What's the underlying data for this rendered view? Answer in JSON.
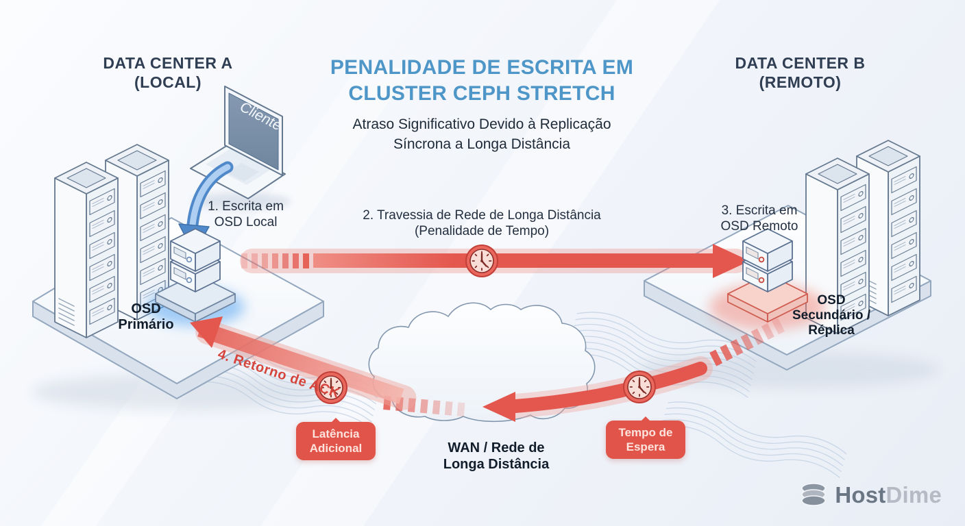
{
  "colors": {
    "accent_blue": "#4E96C8",
    "navy": "#2F3E53",
    "text_dark": "#232F3F",
    "arrow_red": "#E4574E",
    "badge_red": "#E0544A",
    "client_arrow_blue": "#5089C9"
  },
  "header": {
    "title_line1": "PENALIDADE DE ESCRITA EM",
    "title_line2": "CLUSTER CEPH STRETCH",
    "subtitle_line1": "Atraso Significativo Devido à Replicação",
    "subtitle_line2": "Síncrona a Longa Distância"
  },
  "datacenter_a": {
    "name": "DATA CENTER A",
    "scope": "(LOCAL)"
  },
  "datacenter_b": {
    "name": "DATA CENTER B",
    "scope": "(REMOTO)"
  },
  "client": {
    "label": "Cliente"
  },
  "steps": {
    "step1_line1": "1. Escrita em",
    "step1_line2": "OSD Local",
    "step2_line1": "2. Travessia de Rede de Longa Distância",
    "step2_line2": "(Penalidade de Tempo)",
    "step3_line1": "3. Escrita em",
    "step3_line2": "OSD Remoto",
    "step4": "4. Retorno de ACK"
  },
  "nodes": {
    "osd_primary_line1": "OSD",
    "osd_primary_line2": "Primário",
    "osd_secondary_line1": "OSD",
    "osd_secondary_line2": "Secundário /",
    "osd_secondary_line3": "Réplica",
    "wan_line1": "WAN / Rede de",
    "wan_line2": "Longa Distância"
  },
  "badges": {
    "latency_line1": "Latência",
    "latency_line2": "Adicional",
    "wait_line1": "Tempo de",
    "wait_line2": "Espera"
  },
  "branding": {
    "name_part1": "Host",
    "name_part2": "Dime"
  }
}
